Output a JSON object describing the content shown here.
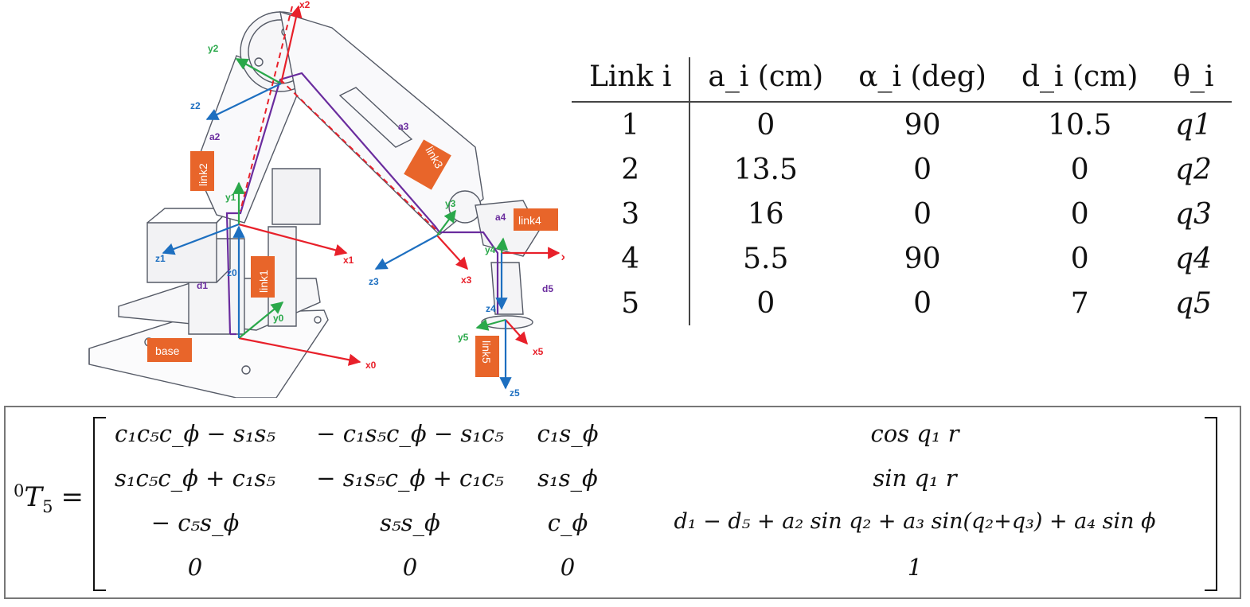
{
  "figure": {
    "frame_labels": {
      "x0": "x0",
      "y0": "y0",
      "z0": "z0",
      "x1": "x1",
      "y1": "y1",
      "z1": "z1",
      "x2": "x2",
      "y2": "y2",
      "z2": "z2",
      "x3": "x3",
      "y3": "y3",
      "z3": "z3",
      "x4": "x",
      "y4": "y4",
      "z4": "z4",
      "x5": "x5",
      "y5": "y5",
      "z5": "z5"
    },
    "param_labels": {
      "d1": "d1",
      "a2": "a2",
      "a3": "a3",
      "a4": "a4",
      "d5": "d5"
    },
    "link_tags": {
      "base": "base",
      "link1": "link1",
      "link2": "link2",
      "link3": "link3",
      "link4": "link4",
      "link5": "link5"
    },
    "colors": {
      "x_axis": "#e8202a",
      "y_axis": "#2aa84a",
      "z_axis": "#1d6fc0",
      "dh_param": "#6a2c9e",
      "tag": "#e8652a",
      "outline": "#555a66"
    }
  },
  "dh_table": {
    "headers": [
      "Link i",
      "a_i (cm)",
      "α_i (deg)",
      "d_i (cm)",
      "θ_i"
    ],
    "rows": [
      [
        "1",
        "0",
        "90",
        "10.5",
        "q1"
      ],
      [
        "2",
        "13.5",
        "0",
        "0",
        "q2"
      ],
      [
        "3",
        "16",
        "0",
        "0",
        "q3"
      ],
      [
        "4",
        "5.5",
        "90",
        "0",
        "q4"
      ],
      [
        "5",
        "0",
        "0",
        "7",
        "q5"
      ]
    ]
  },
  "matrix": {
    "lhs_superscript": "0",
    "lhs_symbol": "T",
    "lhs_subscript": "5",
    "equals": "=",
    "rows": [
      [
        "c₁c₅c_ϕ − s₁s₅",
        "− c₁s₅c_ϕ − s₁c₅",
        "c₁s_ϕ",
        "cos q₁ r"
      ],
      [
        "s₁c₅c_ϕ + c₁s₅",
        "− s₁s₅c_ϕ + c₁c₅",
        "s₁s_ϕ",
        "sin q₁ r"
      ],
      [
        "− c₅s_ϕ",
        "s₅s_ϕ",
        "c_ϕ",
        "d₁ − d₅ + a₂ sin q₂ + a₃ sin(q₂+q₃) + a₄ sin ϕ"
      ],
      [
        "0",
        "0",
        "0",
        "1"
      ]
    ]
  }
}
